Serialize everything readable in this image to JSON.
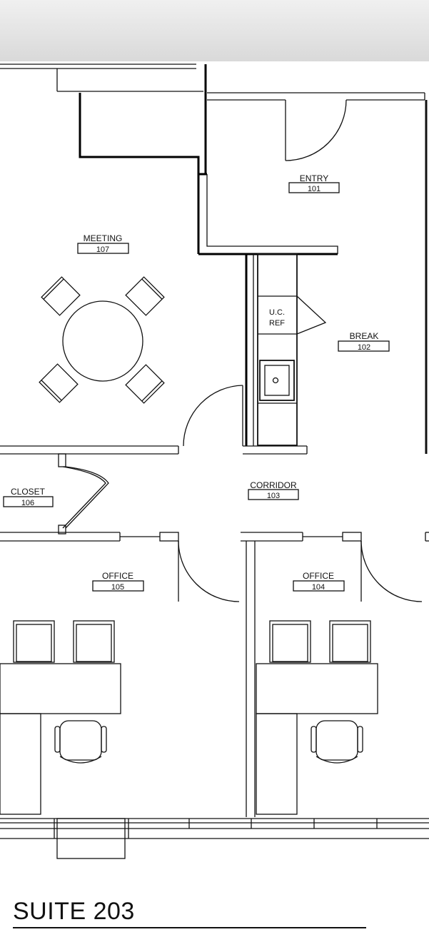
{
  "title": "SUITE 203",
  "rooms": [
    {
      "key": "entry",
      "name": "ENTRY",
      "number": "101"
    },
    {
      "key": "break",
      "name": "BREAK",
      "number": "102"
    },
    {
      "key": "corridor",
      "name": "CORRIDOR",
      "number": "103"
    },
    {
      "key": "office_a",
      "name": "OFFICE",
      "number": "104"
    },
    {
      "key": "office_b",
      "name": "OFFICE",
      "number": "105"
    },
    {
      "key": "closet",
      "name": "CLOSET",
      "number": "106"
    },
    {
      "key": "meeting",
      "name": "MEETING",
      "number": "107"
    }
  ],
  "fixtures": {
    "ref_line1": "U.C.",
    "ref_line2": "REF"
  },
  "colors": {
    "line": "#111111",
    "wall": "#000000",
    "background": "#ffffff",
    "top_bar": "#dddddd"
  }
}
